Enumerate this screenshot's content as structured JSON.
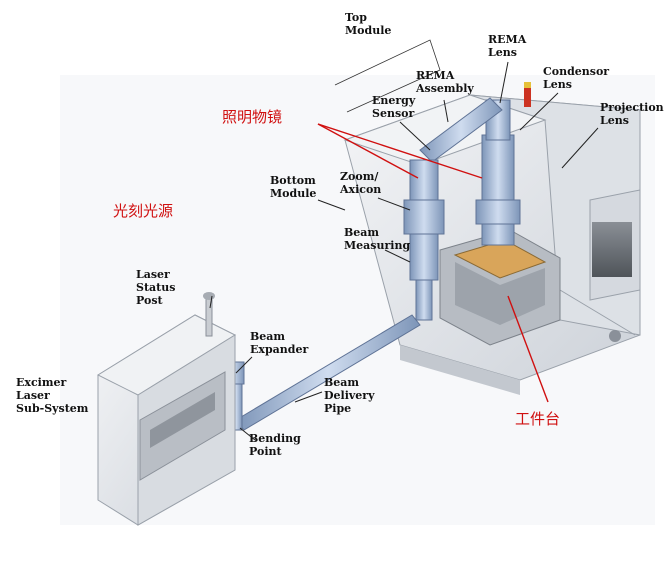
{
  "labels": {
    "top_module": "Top\nModule",
    "rema_lens": "REMA\nLens",
    "condensor_lens": "Condensor\nLens",
    "rema_assembly": "REMA\nAssembly",
    "energy_sensor": "Energy\nSensor",
    "projection_lens": "Projection\nLens",
    "bottom_module": "Bottom\nModule",
    "zoom_axicon": "Zoom/\nAxicon",
    "beam_measuring": "Beam\nMeasuring",
    "laser_status_post": "Laser\nStatus\nPost",
    "beam_expander": "Beam\nExpander",
    "excimer_laser": "Excimer\nLaser\nSub-System",
    "beam_delivery_pipe": "Beam\nDelivery\nPipe",
    "bending_point": "Bending\nPoint"
  },
  "annotations": {
    "illumination_optics": "照明物镜",
    "light_source": "光刻光源",
    "wafer_stage": "工件台"
  },
  "colors": {
    "annotation": "#d01010",
    "beam_tube": "#9fb6d6",
    "machine_body": "#e6e9ee"
  }
}
